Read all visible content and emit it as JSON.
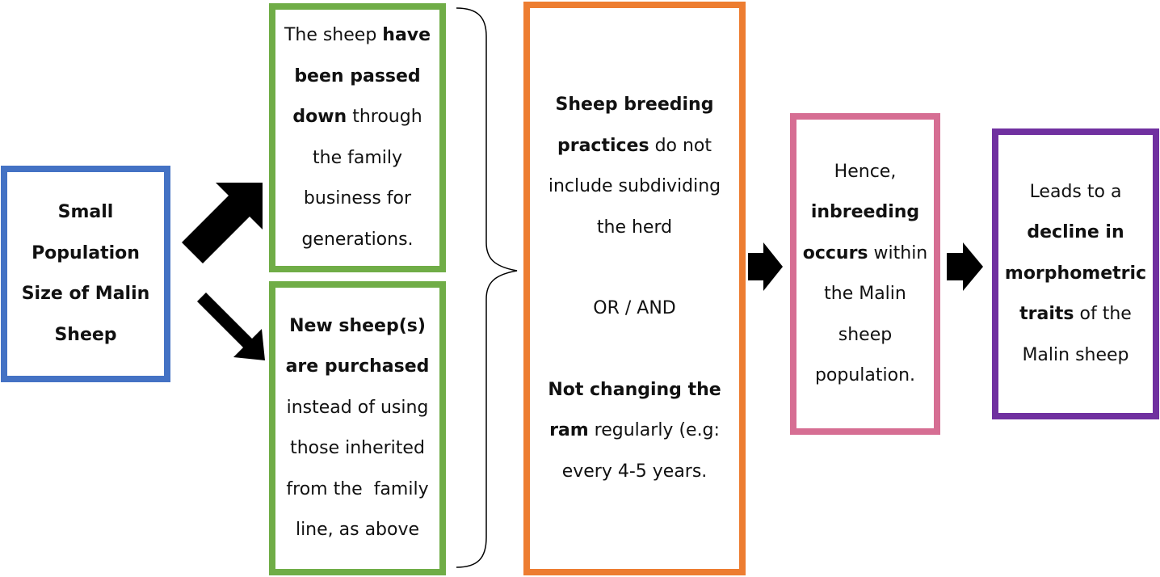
{
  "boxes": {
    "small_population": {
      "lines": [
        "Small",
        "Population",
        "Size of Malin",
        "Sheep"
      ],
      "color": "#4472C4"
    },
    "family_business": {
      "l1_a": "The sheep ",
      "l1_b": "have",
      "l2": "been passed",
      "l3_a": "down",
      "l3_b": " through",
      "l4": "the family",
      "l5": "business for",
      "l6": "generations.",
      "color": "#70AD47"
    },
    "new_sheep": {
      "l1": "New sheep(s)",
      "l2": "are purchased",
      "l3": "instead of using",
      "l4": "those inherited",
      "l5": "from the  family",
      "l6": "line, as above",
      "color": "#70AD47"
    },
    "breeding_practices": {
      "l1": "Sheep breeding",
      "l2_a": "practices",
      "l2_b": " do not",
      "l3": "include subdividing",
      "l4": "the herd",
      "or_and": "OR / AND",
      "l6": "Not changing the",
      "l7_a": "ram",
      "l7_b": " regularly (e.g:",
      "l8": "every 4-5 years.",
      "color": "#ED7D31"
    },
    "inbreeding": {
      "l1": "Hence,",
      "l2": "inbreeding",
      "l3_a": "occurs",
      "l3_b": " within",
      "l4": "the Malin",
      "l5": "sheep",
      "l6": "population.",
      "color": "#D66E93"
    },
    "decline": {
      "l1": "Leads to a",
      "l2": "decline in",
      "l3": "morphometric",
      "l4_a": "traits",
      "l4_b": " of the",
      "l5": "Malin sheep",
      "color": "#7030A0"
    }
  },
  "arrow_color": "#000000"
}
